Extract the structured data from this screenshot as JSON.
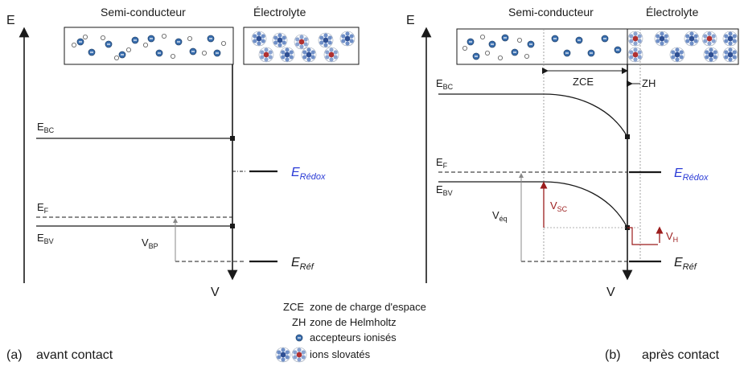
{
  "axes": {
    "energy": "E",
    "potential": "V"
  },
  "headers": {
    "semiconductor": "Semi-conducteur",
    "electrolyte": "Électrolyte"
  },
  "levels": {
    "ebc_main": "E",
    "ebc_sub": "BC",
    "ebv_main": "E",
    "ebv_sub": "BV",
    "ef_main": "E",
    "ef_sub": "F",
    "eredox_main": "E",
    "eredox_sub": "Rédox",
    "eref_main": "E",
    "eref_sub": "Réf"
  },
  "potentials": {
    "vbp_main": "V",
    "vbp_sub": "BP",
    "vsc_main": "V",
    "vsc_sub": "SC",
    "veq_main": "V",
    "veq_sub": "éq",
    "vh_main": "V",
    "vh_sub": "H"
  },
  "zones": {
    "zce": "ZCE",
    "zh": "ZH"
  },
  "legend": {
    "zce_abbr": "ZCE",
    "zce_text": "zone de charge d'espace",
    "zh_abbr": "ZH",
    "zh_text": "zone de Helmholtz",
    "acceptor_text": "accepteurs ionisés",
    "ions_text": "ions slovatés"
  },
  "panels": {
    "a_tag": "(a)",
    "a_text": "avant contact",
    "b_tag": "(b)",
    "b_text": "après contact"
  },
  "colors": {
    "redox": "#2b3bd6",
    "potential_red": "#9b1c1c",
    "acceptor": "#3a6fb0",
    "ion_red": "#b03030"
  }
}
